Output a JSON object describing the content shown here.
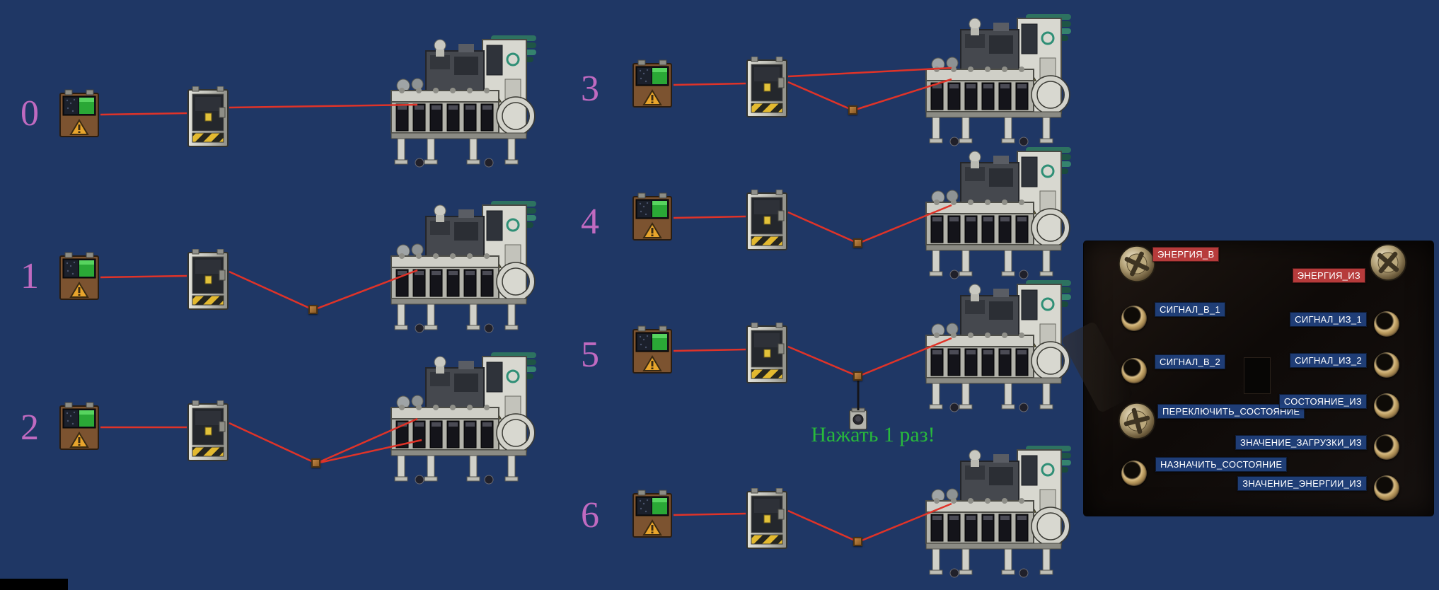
{
  "colors": {
    "background": "#1f3765",
    "wire_red": "#e03328",
    "wire_black": "#15151a",
    "row_number": "#c06ac0",
    "annotation_green": "#28b93c",
    "power_chip": "#c03e3e",
    "signal_chip": "#214280"
  },
  "rows": [
    {
      "number": "0"
    },
    {
      "number": "1"
    },
    {
      "number": "2"
    },
    {
      "number": "3"
    },
    {
      "number": "4"
    },
    {
      "number": "5"
    },
    {
      "number": "6"
    }
  ],
  "annotation": {
    "text": "Нажать 1 раз!"
  },
  "components": {
    "source": "relay-box",
    "middle": "junction-box",
    "target": "generator",
    "extra": "wire-node",
    "button": "button"
  },
  "panel": {
    "left": [
      {
        "label": "ЭНЕРГИЯ_В",
        "kind": "power"
      },
      {
        "label": "СИГНАЛ_В_1",
        "kind": "signal"
      },
      {
        "label": "СИГНАЛ_В_2",
        "kind": "signal"
      },
      {
        "label": "ПЕРЕКЛЮЧИТЬ_СОСТОЯНИЕ",
        "kind": "signal"
      },
      {
        "label": "НАЗНАЧИТЬ_СОСТОЯНИЕ",
        "kind": "signal"
      }
    ],
    "right": [
      {
        "label": "ЭНЕРГИЯ_ИЗ",
        "kind": "power"
      },
      {
        "label": "СИГНАЛ_ИЗ_1",
        "kind": "signal"
      },
      {
        "label": "СИГНАЛ_ИЗ_2",
        "kind": "signal"
      },
      {
        "label": "СОСТОЯНИЕ_ИЗ",
        "kind": "signal"
      },
      {
        "label": "ЗНАЧЕНИЕ_ЗАГРУЗКИ_ИЗ",
        "kind": "signal"
      },
      {
        "label": "ЗНАЧЕНИЕ_ЭНЕРГИИ_ИЗ",
        "kind": "signal"
      }
    ]
  }
}
